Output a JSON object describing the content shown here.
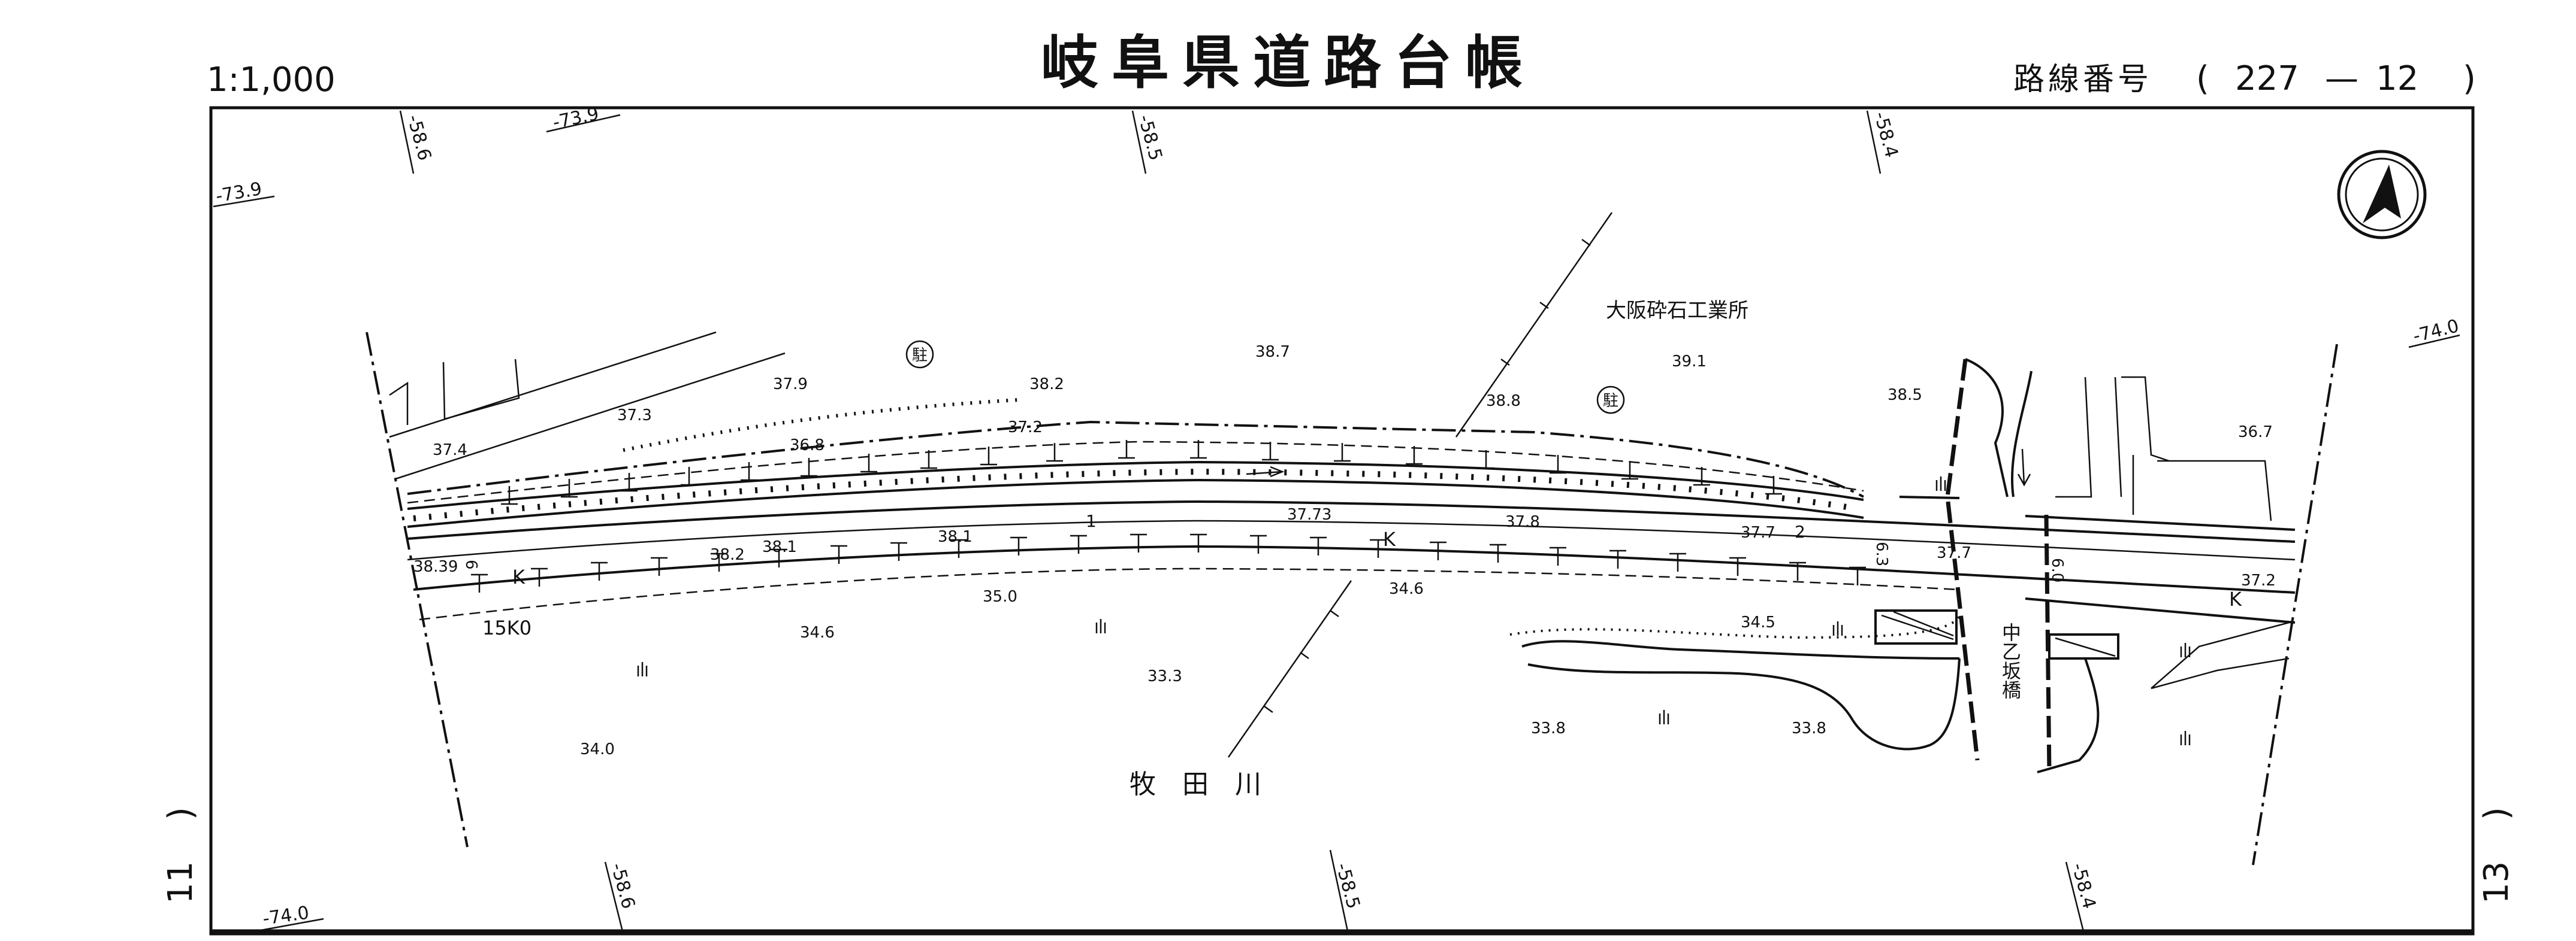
{
  "header": {
    "scale": "1:1,000",
    "title": "岐阜県道路台帳",
    "route_label": "路線番号",
    "route_open": "(",
    "route_no": "227",
    "route_dash": "—",
    "route_sheet": "12",
    "route_close": ")"
  },
  "side_labels": {
    "left_open": "(",
    "left_num": "11",
    "left_close": ")",
    "right_open": "(",
    "right_num": "13",
    "right_close": ")"
  },
  "grid_labels": {
    "top_1": "-58.6",
    "top_2": "-58.5",
    "top_3": "-58.4",
    "bottom_1": "-58.6",
    "bottom_2": "-58.5",
    "bottom_3": "-58.4",
    "y_top_1": "-73.9",
    "y_left": "-73.9",
    "y_right": "-74.0",
    "y_bottom_left": "-74.0"
  },
  "place_names": {
    "factory": "大阪砕石工業所",
    "river": "牧　田　川",
    "bridge": "中乙坂橋",
    "parking": "駐"
  },
  "road_labels": {
    "station": "15K0",
    "k_left": "K",
    "k_mid": "K",
    "k_right": "K",
    "mark_1": "1",
    "mark_2": "2",
    "width_left": "6",
    "width_mid": "6.3",
    "width_right": "6.0"
  },
  "elevations": {
    "e_37_4": "37.4",
    "e_37_3": "37.3",
    "e_37_9": "37.9",
    "e_36_8": "36.8",
    "e_38_2_top": "38.2",
    "e_37_2_top": "37.2",
    "e_38_7": "38.7",
    "e_38_8": "38.8",
    "e_39_1": "39.1",
    "e_38_5": "38.5",
    "e_36_7": "36.7",
    "e_38_39": "38.39",
    "e_38_2_bot": "38.2",
    "e_38_1_a": "38.1",
    "e_38_1_b": "38.1",
    "e_37_73": "37.73",
    "e_37_8": "37.8",
    "e_37_7_a": "37.7",
    "e_37_7_b": "37.7",
    "e_37_2_right": "37.2",
    "e_35_0": "35.0",
    "e_34_6_a": "34.6",
    "e_34_6_b": "34.6",
    "e_34_5": "34.5",
    "e_33_3": "33.3",
    "e_33_8_a": "33.8",
    "e_33_8_b": "33.8",
    "e_34_0": "34.0"
  },
  "icons": {
    "north": "north-arrow-icon",
    "parking": "parking-icon",
    "flow": "flow-arrow-icon"
  }
}
